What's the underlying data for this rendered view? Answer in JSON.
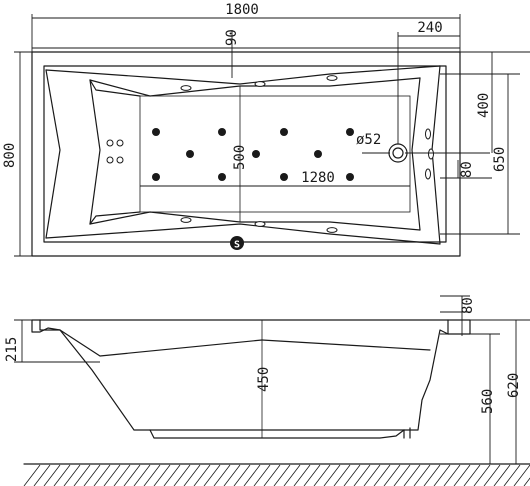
{
  "top_view": {
    "overall_length": "1800",
    "overall_width": "800",
    "edge_offset": "90",
    "drain_edge_offset": "240",
    "drain_from_top": "400",
    "inner_width": "650",
    "drain_diameter": "ø52",
    "inner_length": "1280",
    "inner_depth_mark": "500",
    "side_offset": "80",
    "symbol_label": "S"
  },
  "side_view": {
    "rim_depth": "215",
    "inner_depth": "450",
    "rim_lip": "80",
    "height_to_rim": "560",
    "total_height": "620"
  }
}
